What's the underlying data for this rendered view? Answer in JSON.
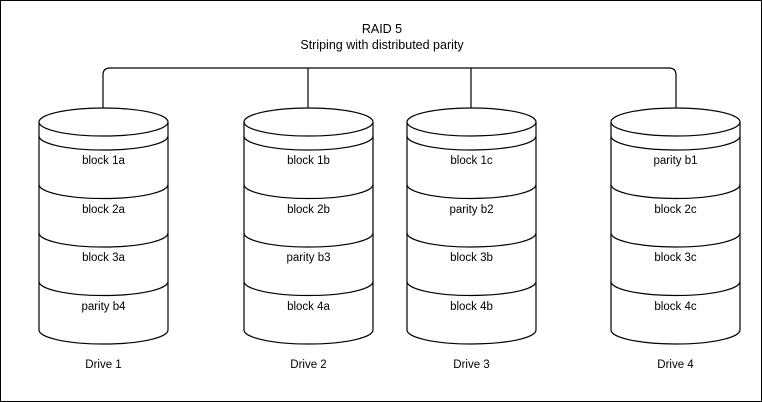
{
  "diagram": {
    "title": "RAID 5",
    "subtitle": "Striping with distributed parity",
    "stroke_color": "#000000",
    "background_color": "#ffffff",
    "border_color": "#000000",
    "drives": [
      {
        "caption": "Drive 1",
        "blocks": [
          "block 1a",
          "block 2a",
          "block 3a",
          "parity b4"
        ]
      },
      {
        "caption": "Drive 2",
        "blocks": [
          "block 1b",
          "block 2b",
          "parity b3",
          "block 4a"
        ]
      },
      {
        "caption": "Drive 3",
        "blocks": [
          "block 1c",
          "parity b2",
          "block 3b",
          "block 4b"
        ]
      },
      {
        "caption": "Drive 4",
        "blocks": [
          "parity b1",
          "block 2c",
          "block 3c",
          "block 4c"
        ]
      }
    ]
  }
}
